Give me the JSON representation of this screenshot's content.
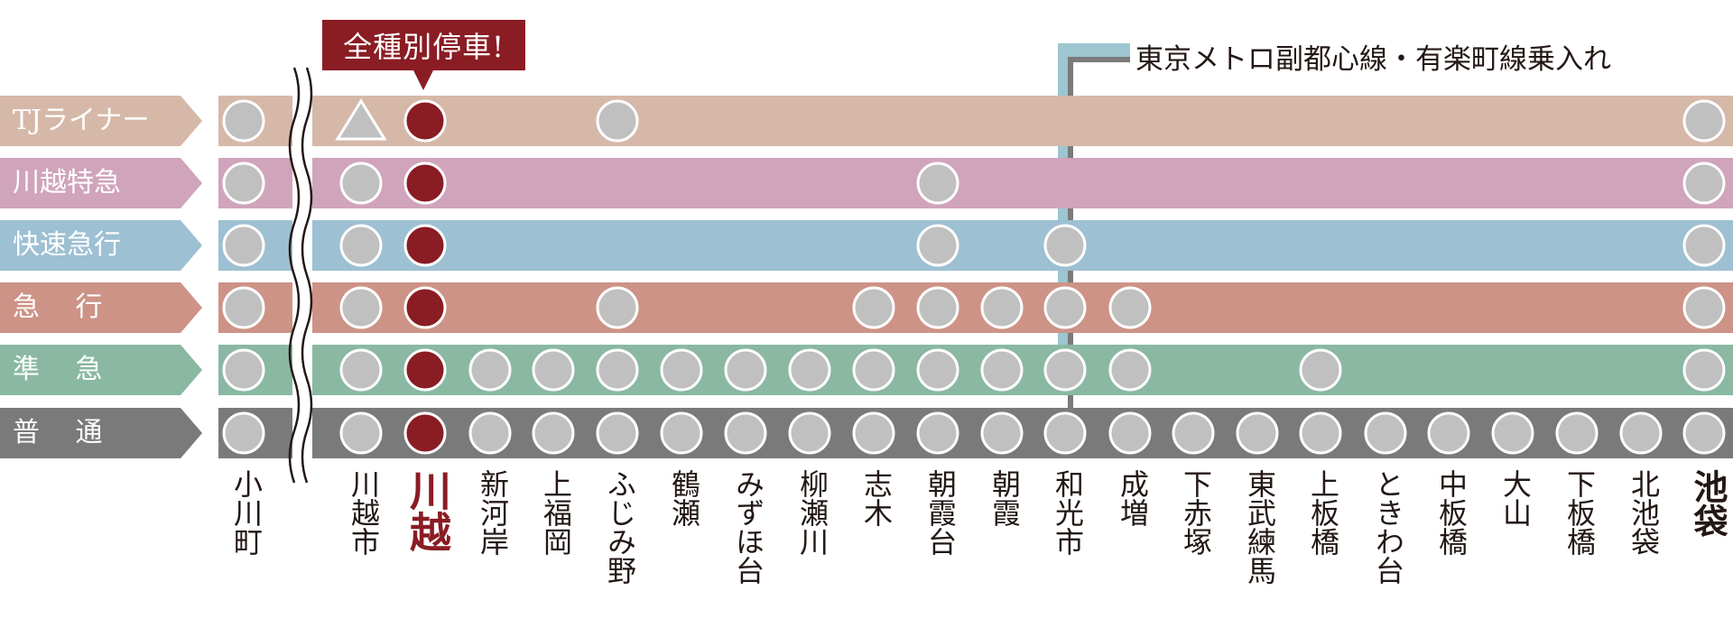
{
  "callout": {
    "text": "全種別停車!"
  },
  "metro_note": {
    "text": "東京メトロ副都心線・有楽町線乗入れ"
  },
  "colors": {
    "tj_liner": "#d6b8a9",
    "kawagoe_tokkyu": "#d0a4bb",
    "kaisoku_kyuko": "#9dc0d3",
    "kyuko": "#cd9386",
    "junkyu": "#8ab8a3",
    "futsu": "#7a7a7a",
    "accent": "#8a1c24",
    "stop_marker": "#c0c0c0",
    "metro_line_light": "#9dc6d0",
    "metro_line_dark": "#7a7a7a"
  },
  "stations": [
    {
      "name": "小川町"
    },
    {
      "name": "川越市"
    },
    {
      "name": "川越",
      "featured": true
    },
    {
      "name": "新河岸"
    },
    {
      "name": "上福岡"
    },
    {
      "name": "ふじみ野"
    },
    {
      "name": "鶴瀬"
    },
    {
      "name": "みずほ台"
    },
    {
      "name": "柳瀬川"
    },
    {
      "name": "志木"
    },
    {
      "name": "朝霞台"
    },
    {
      "name": "朝霞"
    },
    {
      "name": "和光市"
    },
    {
      "name": "成増"
    },
    {
      "name": "下赤塚"
    },
    {
      "name": "東武練馬"
    },
    {
      "name": "上板橋"
    },
    {
      "name": "ときわ台"
    },
    {
      "name": "中板橋"
    },
    {
      "name": "大山"
    },
    {
      "name": "下板橋"
    },
    {
      "name": "北池袋"
    },
    {
      "name": "池袋",
      "terminal": true
    }
  ],
  "services": [
    {
      "name": "TJライナー",
      "color_key": "tj_liner",
      "stops": {
        "0": "circle",
        "1": "triangle",
        "2": "featured",
        "5": "circle",
        "22": "circle"
      }
    },
    {
      "name": "川越特急",
      "color_key": "kawagoe_tokkyu",
      "stops": {
        "0": "circle",
        "1": "circle",
        "2": "featured",
        "10": "circle",
        "22": "circle"
      }
    },
    {
      "name": "快速急行",
      "color_key": "kaisoku_kyuko",
      "stops": {
        "0": "circle",
        "1": "circle",
        "2": "featured",
        "10": "circle",
        "12": "circle",
        "22": "circle"
      }
    },
    {
      "name": "急　 行",
      "color_key": "kyuko",
      "stops": {
        "0": "circle",
        "1": "circle",
        "2": "featured",
        "5": "circle",
        "9": "circle",
        "10": "circle",
        "11": "circle",
        "12": "circle",
        "13": "circle",
        "22": "circle"
      }
    },
    {
      "name": "準　 急",
      "color_key": "junkyu",
      "stops": {
        "0": "circle",
        "1": "circle",
        "2": "featured",
        "3": "circle",
        "4": "circle",
        "5": "circle",
        "6": "circle",
        "7": "circle",
        "8": "circle",
        "9": "circle",
        "10": "circle",
        "11": "circle",
        "12": "circle",
        "13": "circle",
        "16": "circle",
        "22": "circle"
      }
    },
    {
      "name": "普　 通",
      "color_key": "futsu",
      "stops": {
        "0": "circle",
        "1": "circle",
        "2": "featured",
        "3": "circle",
        "4": "circle",
        "5": "circle",
        "6": "circle",
        "7": "circle",
        "8": "circle",
        "9": "circle",
        "10": "circle",
        "11": "circle",
        "12": "circle",
        "13": "circle",
        "14": "circle",
        "15": "circle",
        "16": "circle",
        "17": "circle",
        "18": "circle",
        "19": "circle",
        "20": "circle",
        "21": "circle",
        "22": "circle"
      }
    }
  ]
}
